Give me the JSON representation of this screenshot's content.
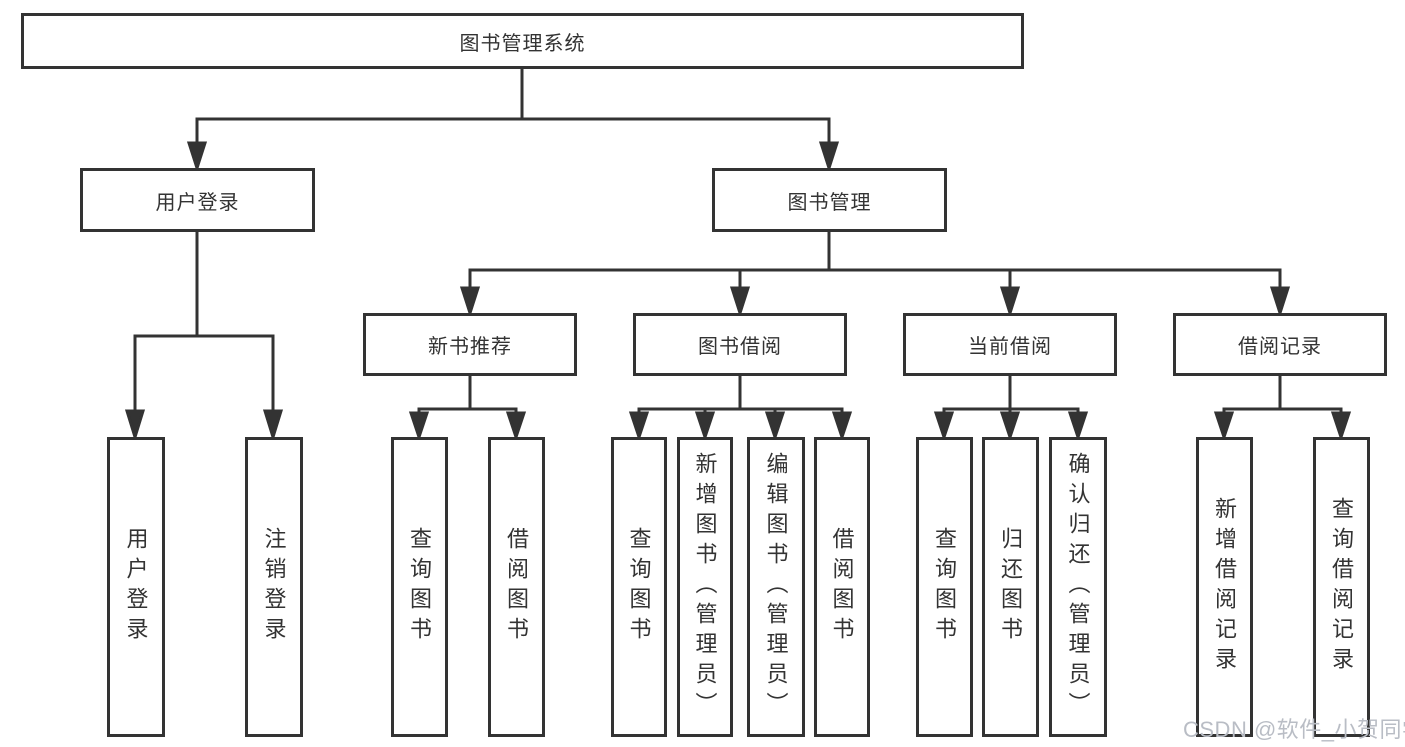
{
  "tree": {
    "label": "图书管理系统",
    "children": [
      {
        "label": "用户登录",
        "children": [
          {
            "label": "用户登录"
          },
          {
            "label": "注销登录"
          }
        ]
      },
      {
        "label": "图书管理",
        "children": [
          {
            "label": "新书推荐",
            "children": [
              {
                "label": "查询图书"
              },
              {
                "label": "借阅图书"
              }
            ]
          },
          {
            "label": "图书借阅",
            "children": [
              {
                "label": "查询图书"
              },
              {
                "label": "新增图书（管理员）"
              },
              {
                "label": "编辑图书（管理员）"
              },
              {
                "label": "借阅图书"
              }
            ]
          },
          {
            "label": "当前借阅",
            "children": [
              {
                "label": "查询图书"
              },
              {
                "label": "归还图书"
              },
              {
                "label": "确认归还（管理员）"
              }
            ]
          },
          {
            "label": "借阅记录",
            "children": [
              {
                "label": "新增借阅记录"
              },
              {
                "label": "查询借阅记录"
              }
            ]
          }
        ]
      }
    ]
  },
  "watermark": {
    "text": "CSDN @软件_小贺同学"
  },
  "colors": {
    "line": "#333333",
    "box_background": "#ffffff",
    "text": "#333333",
    "watermark": "#b9bdc5"
  }
}
